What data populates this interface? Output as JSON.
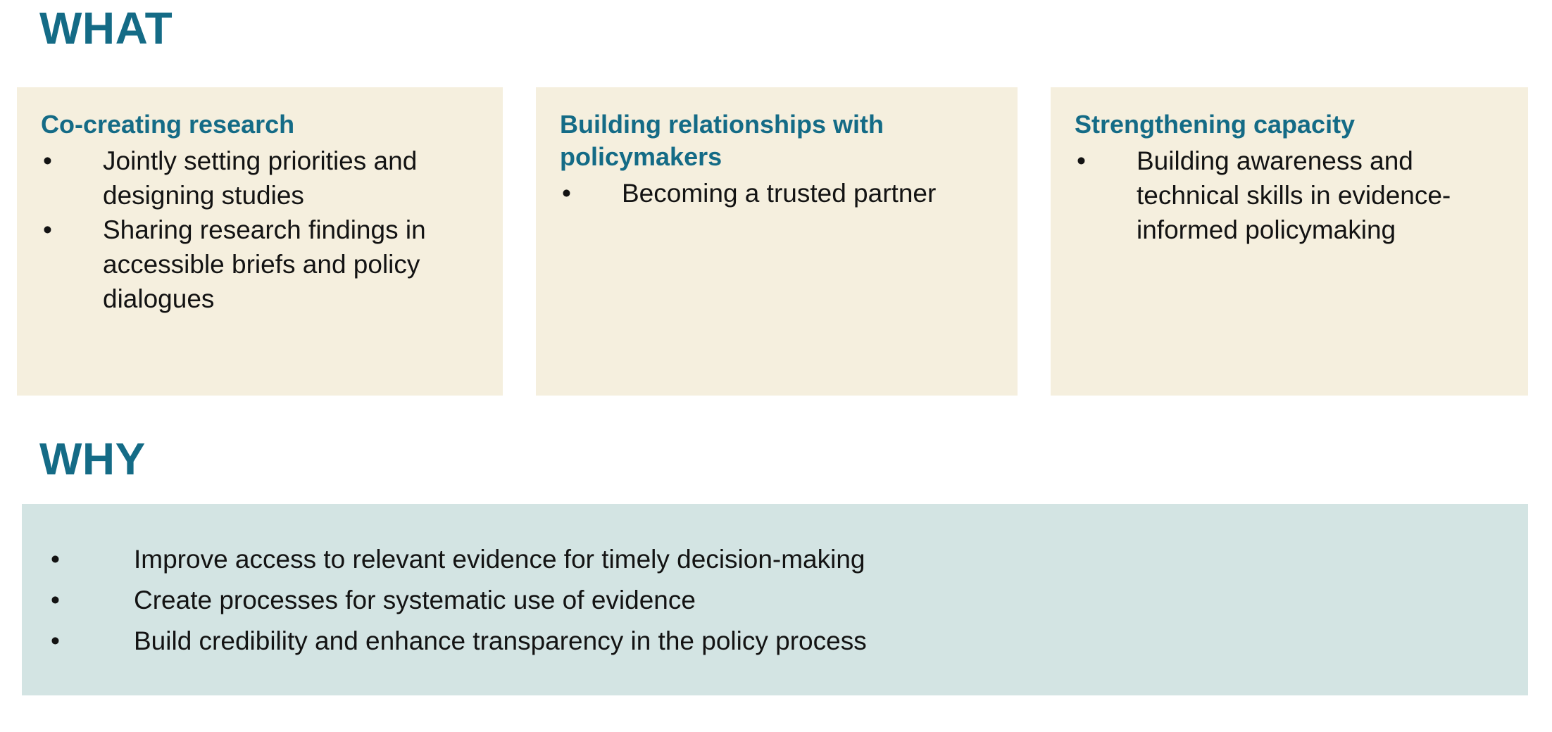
{
  "colors": {
    "background": "#ffffff",
    "accent_teal": "#146B86",
    "card_cream": "#F5EFDE",
    "panel_blue": "#D3E4E3",
    "body_text": "#131313"
  },
  "sections": {
    "what": {
      "title": "WHAT",
      "cards": [
        {
          "heading": "Co-creating research",
          "bullet_char": "•",
          "bullets": [
            "Jointly setting priorities and designing studies",
            "Sharing research findings in accessible briefs and policy dialogues"
          ]
        },
        {
          "heading": "Building relationships with policymakers",
          "bullet_char": "•",
          "bullets": [
            "Becoming a trusted partner"
          ]
        },
        {
          "heading": "Strengthening capacity",
          "bullet_char": "•",
          "bullets": [
            "Building awareness and technical skills in evidence-informed policymaking"
          ]
        }
      ]
    },
    "why": {
      "title": "WHY",
      "bullet_char": "•",
      "bullets": [
        "Improve access to relevant evidence for timely decision-making",
        "Create processes for systematic use of evidence",
        "Build credibility and enhance transparency in the policy process"
      ]
    }
  }
}
